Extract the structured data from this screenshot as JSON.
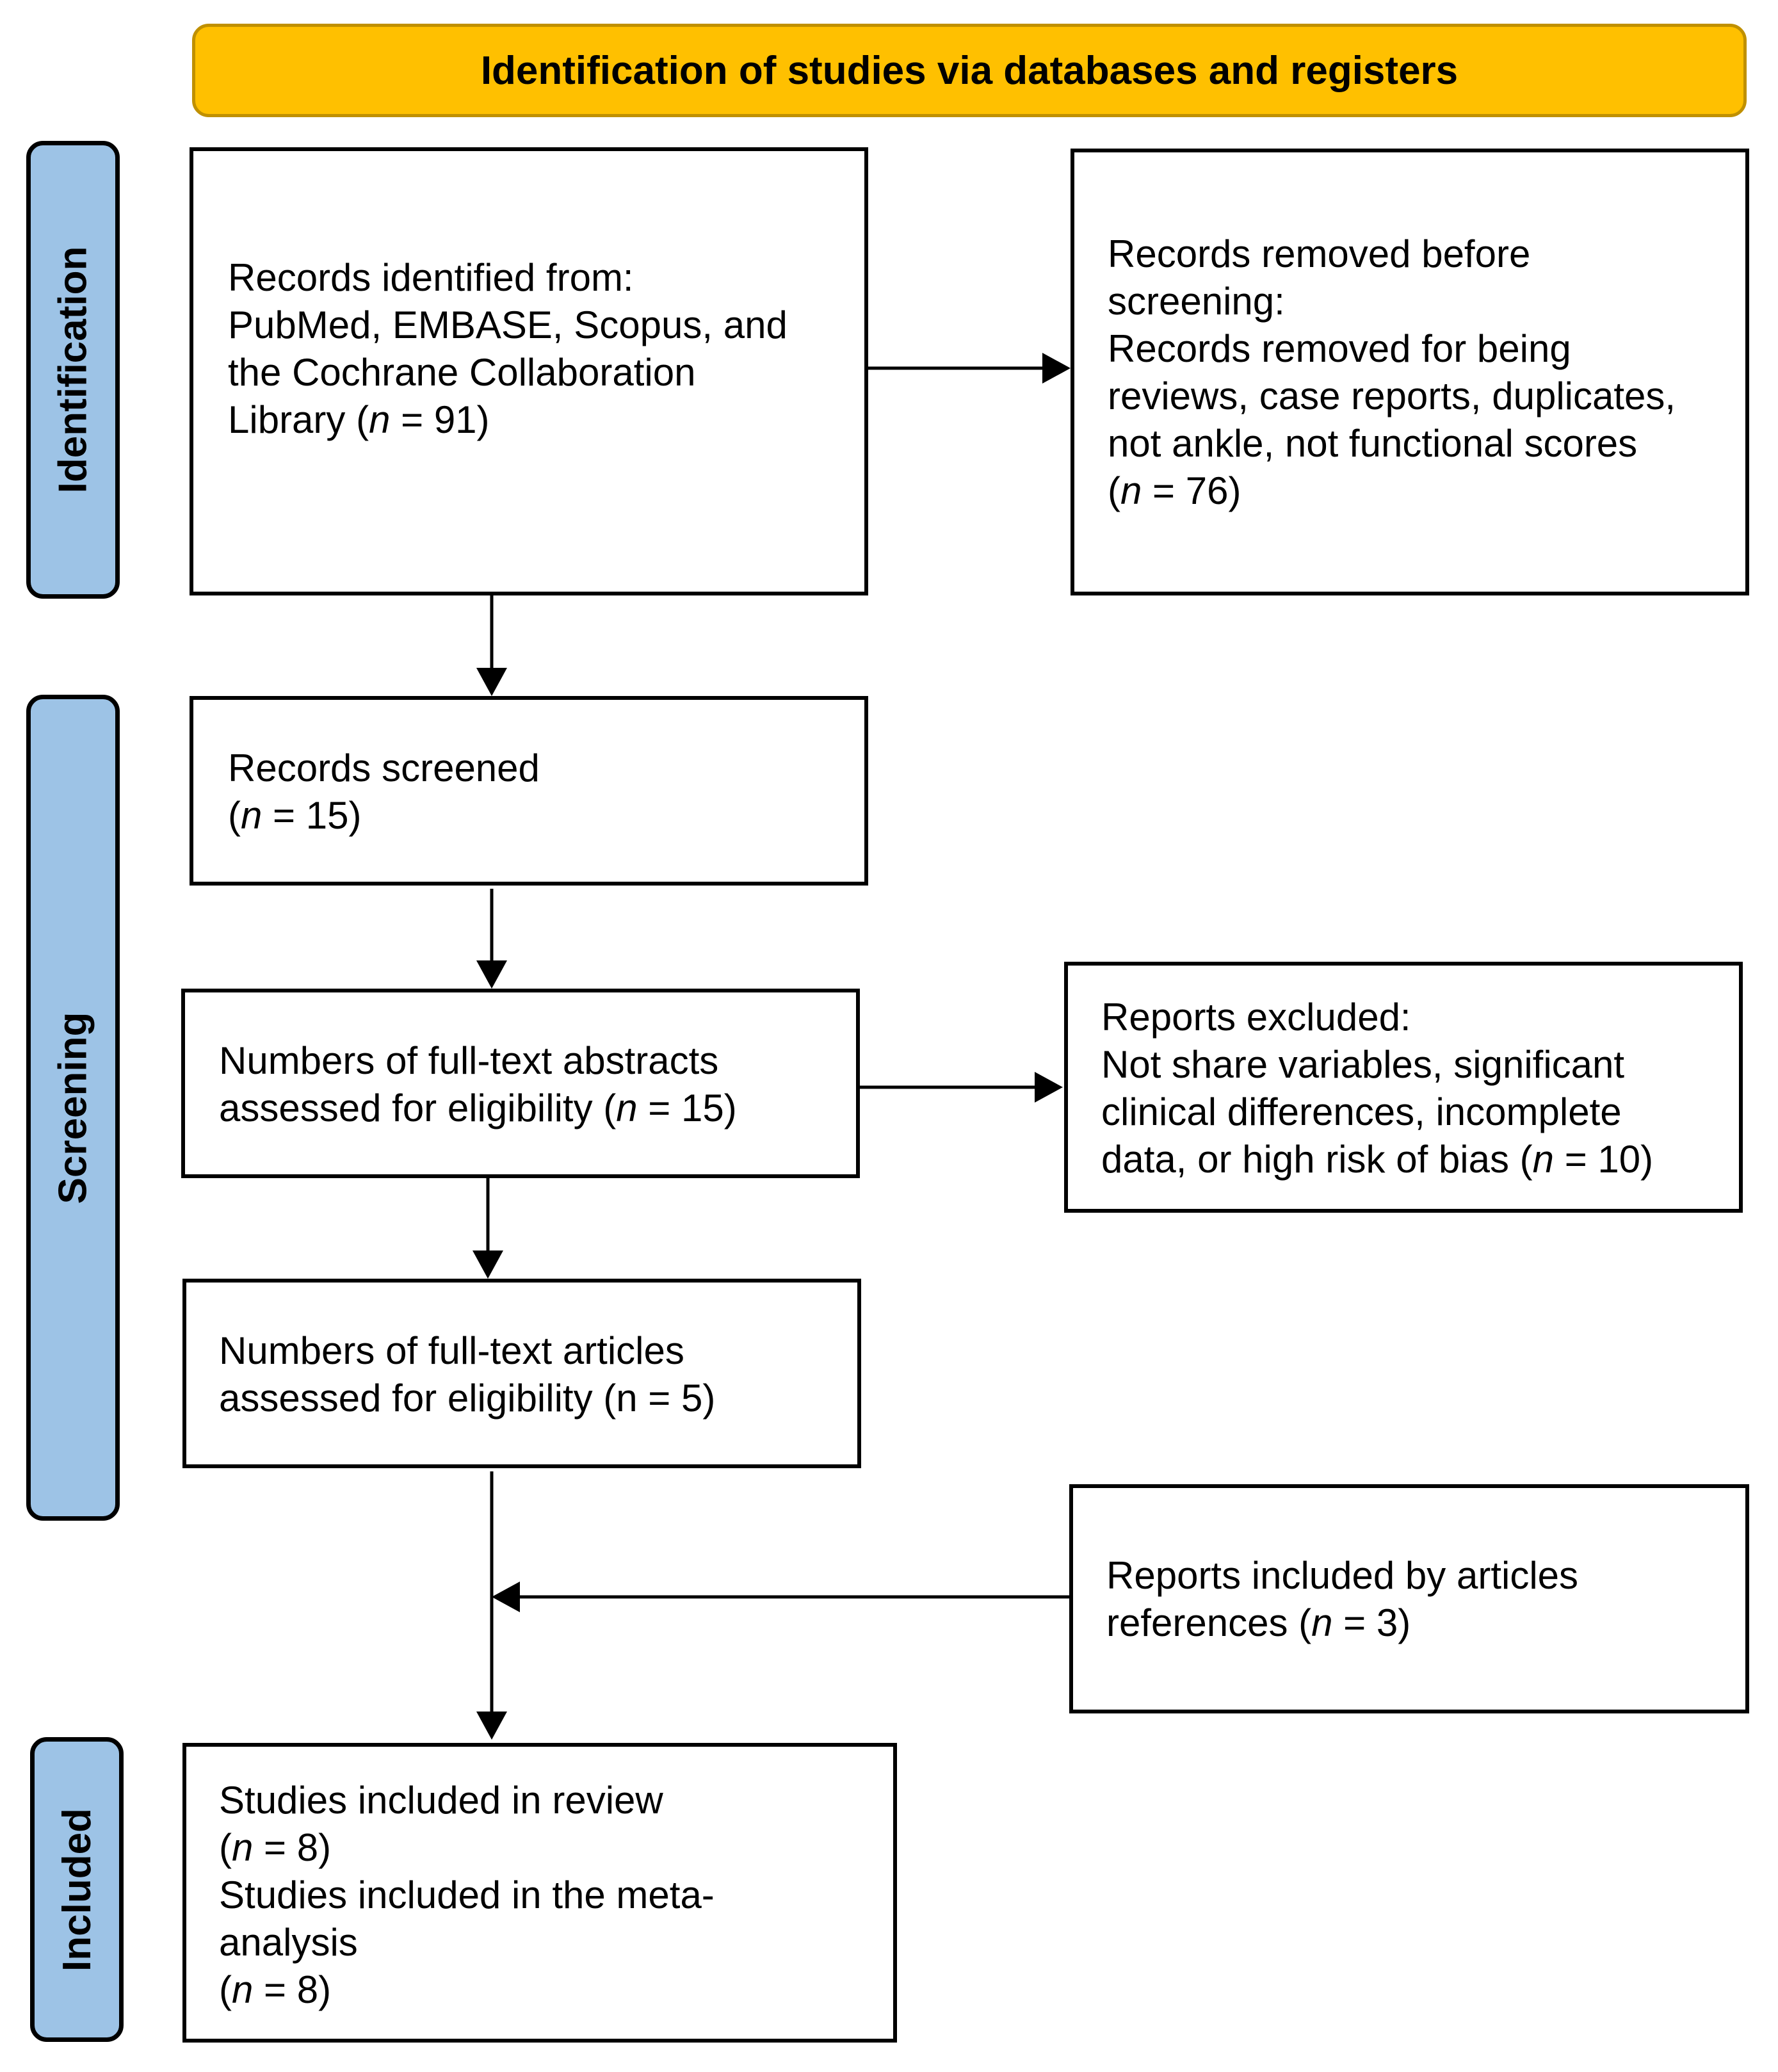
{
  "header": {
    "title": "Identification of studies via databases and registers"
  },
  "phases": {
    "identification": "Identification",
    "screening": "Screening",
    "included": "Included"
  },
  "boxes": {
    "records_identified": {
      "line1": "Records identified from:",
      "line2": "PubMed, EMBASE, Scopus, and",
      "line3": "the Cochrane Collaboration",
      "line4_prefix": "Library (",
      "n_symbol": "n",
      "line4_suffix": " = 91)"
    },
    "records_removed": {
      "line1": "Records removed before",
      "line2": "screening:",
      "line3": "Records removed for being",
      "line4": "reviews, case reports, duplicates,",
      "line5": "not ankle, not functional scores",
      "line6_prefix": "(",
      "n_symbol": "n",
      "line6_suffix": " = 76)"
    },
    "records_screened": {
      "line1": "Records screened",
      "line2_prefix": "(",
      "n_symbol": "n",
      "line2_suffix": " = 15)"
    },
    "abstracts_assessed": {
      "line1": "Numbers of full-text abstracts",
      "line2_prefix": "assessed for eligibility (",
      "n_symbol": "n",
      "line2_suffix": " = 15)"
    },
    "reports_excluded": {
      "line1": "Reports excluded:",
      "line2": "Not share variables, significant",
      "line3": "clinical differences, incomplete",
      "line4_prefix": "data, or high risk of bias (",
      "n_symbol": "n",
      "line4_suffix": " = 10)"
    },
    "articles_assessed": {
      "line1": "Numbers of full-text articles",
      "line2": "assessed for eligibility (n = 5)"
    },
    "reports_included_refs": {
      "line1": "Reports included by articles",
      "line2_prefix": "references (",
      "n_symbol": "n",
      "line2_suffix": " = 3)"
    },
    "studies_included": {
      "line1": "Studies included in review",
      "line2_prefix": "(",
      "n_symbol": "n",
      "line2_suffix": " = 8)",
      "line3": "Studies included in the meta-",
      "line4": "analysis",
      "line5_prefix": "(",
      "n_symbol2": "n",
      "line5_suffix": " = 8)"
    }
  }
}
